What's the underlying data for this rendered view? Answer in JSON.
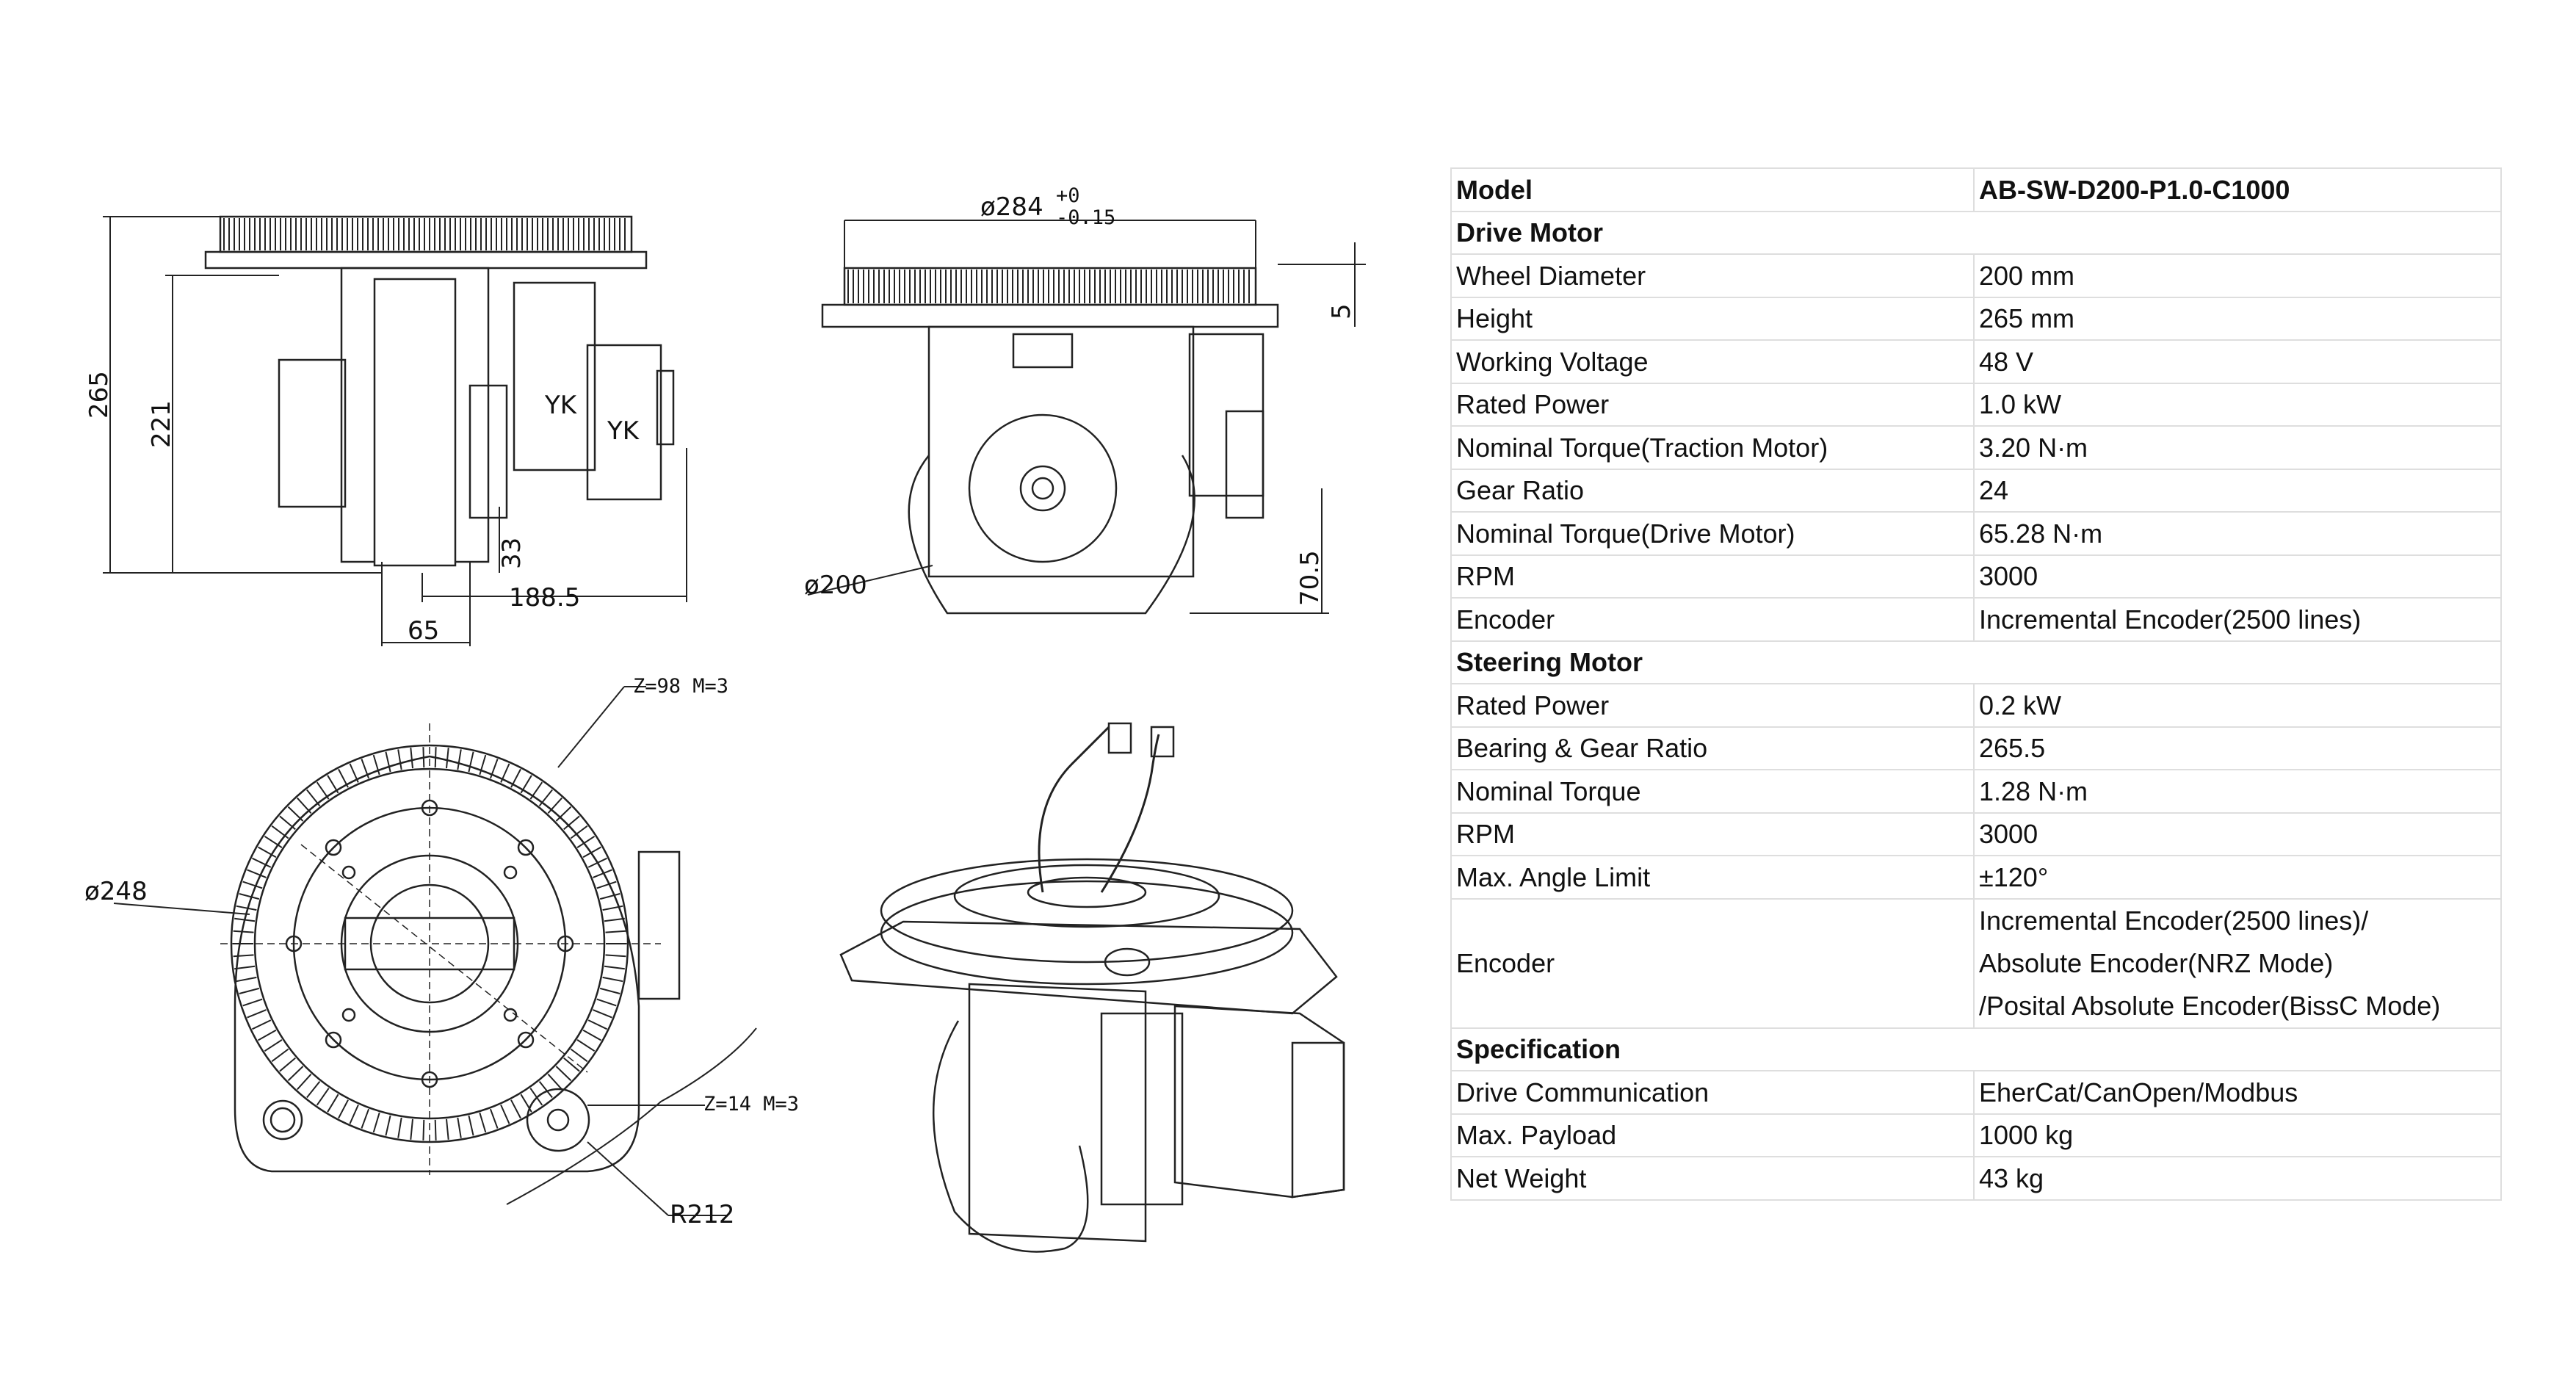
{
  "drawing": {
    "side_view": {
      "dims": [
        "265",
        "221",
        "33",
        "188.5",
        "65"
      ],
      "motor_labels": [
        "YK",
        "YK"
      ]
    },
    "front_view": {
      "dims": [
        "ø284",
        "+0",
        "-0.15",
        "ø200",
        "70.5",
        "5"
      ]
    },
    "top_view": {
      "dims": [
        "Z=98 M=3",
        "ø248",
        "Z=14 M=3",
        "R212"
      ]
    }
  },
  "table": {
    "header": {
      "label": "Model",
      "value": "AB-SW-D200-P1.0-C1000"
    },
    "sections": [
      {
        "title": "Drive Motor",
        "rows": [
          {
            "label": "Wheel Diameter",
            "value": "200 mm"
          },
          {
            "label": "Height",
            "value": "265 mm"
          },
          {
            "label": "Working Voltage",
            "value": "48 V"
          },
          {
            "label": "Rated Power",
            "value": "1.0 kW"
          },
          {
            "label": "Nominal Torque(Traction Motor)",
            "value": "3.20 N·m"
          },
          {
            "label": "Gear Ratio",
            "value": "24"
          },
          {
            "label": "Nominal Torque(Drive Motor)",
            "value": "65.28 N·m"
          },
          {
            "label": "RPM",
            "value": "3000"
          },
          {
            "label": "Encoder",
            "value": "Incremental Encoder(2500 lines)"
          }
        ]
      },
      {
        "title": "Steering Motor",
        "rows": [
          {
            "label": "Rated Power",
            "value": "0.2 kW"
          },
          {
            "label": "Bearing & Gear Ratio",
            "value": "265.5"
          },
          {
            "label": "Nominal Torque",
            "value": "1.28 N·m"
          },
          {
            "label": "RPM",
            "value": "3000"
          },
          {
            "label": "Max. Angle Limit",
            "value": "±120°"
          }
        ],
        "encoder": {
          "label": "Encoder",
          "lines": [
            "Incremental Encoder(2500 lines)/",
            "Absolute Encoder(NRZ Mode)",
            "/Posital Absolute Encoder(BissC Mode)"
          ]
        }
      },
      {
        "title": "Specification",
        "rows": [
          {
            "label": "Drive Communication",
            "value": "EherCat/CanOpen/Modbus"
          },
          {
            "label": "Max. Payload",
            "value": "1000 kg"
          },
          {
            "label": "Net Weight",
            "value": "43 kg"
          }
        ]
      }
    ]
  }
}
